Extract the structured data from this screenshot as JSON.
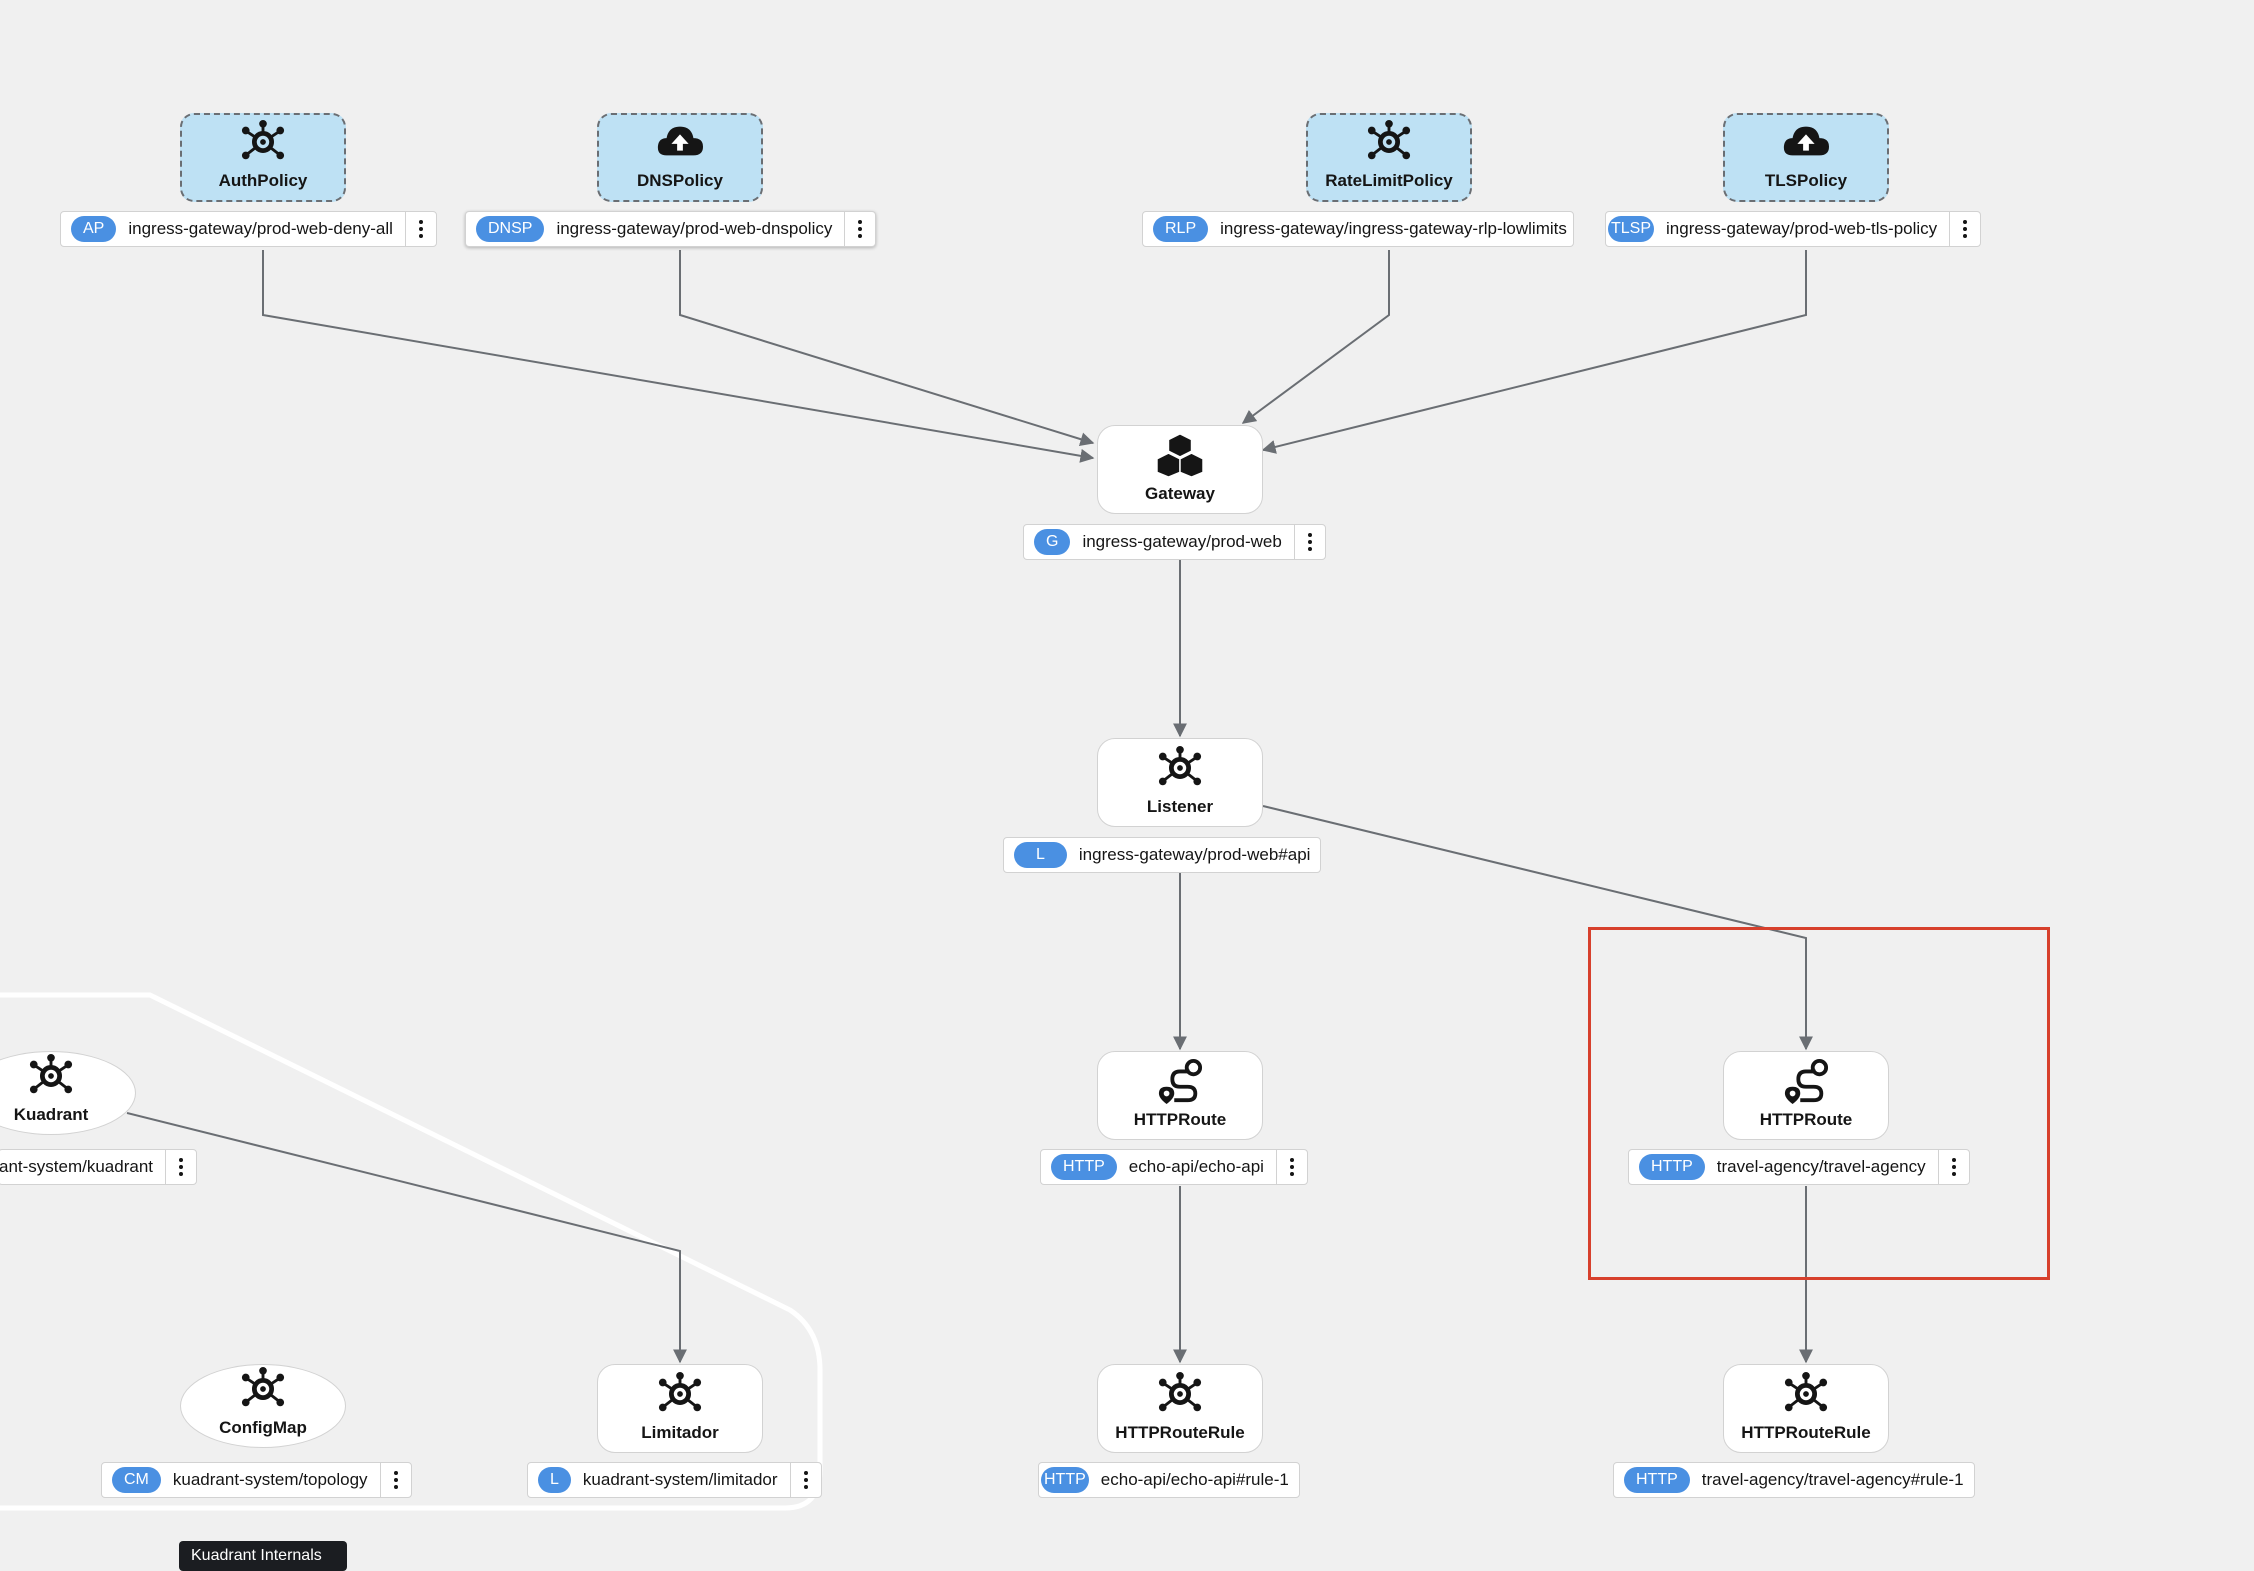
{
  "nodes": {
    "authpolicy": {
      "name": "AuthPolicy",
      "badge": "AP",
      "label": "ingress-gateway/prod-web-deny-all"
    },
    "dnspolicy": {
      "name": "DNSPolicy",
      "badge": "DNSP",
      "label": "ingress-gateway/prod-web-dnspolicy"
    },
    "ratelimitpolicy": {
      "name": "RateLimitPolicy",
      "badge": "RLP",
      "label": "ingress-gateway/ingress-gateway-rlp-lowlimits"
    },
    "tlspolicy": {
      "name": "TLSPolicy",
      "badge": "TLSP",
      "label": "ingress-gateway/prod-web-tls-policy"
    },
    "gateway": {
      "name": "Gateway",
      "badge": "G",
      "label": "ingress-gateway/prod-web"
    },
    "listener": {
      "name": "Listener",
      "badge": "L",
      "label": "ingress-gateway/prod-web#api"
    },
    "kuadrant": {
      "name": "Kuadrant",
      "label": "ant-system/kuadrant"
    },
    "httproute_echo": {
      "name": "HTTPRoute",
      "badge": "HTTP",
      "label": "echo-api/echo-api"
    },
    "httproute_travel": {
      "name": "HTTPRoute",
      "badge": "HTTP",
      "label": "travel-agency/travel-agency"
    },
    "configmap": {
      "name": "ConfigMap",
      "badge": "CM",
      "label": "kuadrant-system/topology"
    },
    "limitador": {
      "name": "Limitador",
      "badge": "L",
      "label": "kuadrant-system/limitador"
    },
    "rule_echo": {
      "name": "HTTPRouteRule",
      "badge": "HTTP",
      "label": "echo-api/echo-api#rule-1"
    },
    "rule_travel": {
      "name": "HTTPRouteRule",
      "badge": "HTTP",
      "label": "travel-agency/travel-agency#rule-1"
    }
  },
  "tooltip": "Kuadrant Internals",
  "icons": {
    "policy_hub": "hub-icon",
    "policy_cloud": "cloud-upload-icon",
    "gateway": "cubes-icon",
    "listener": "hub-icon",
    "route": "route-icon",
    "rule": "hub-icon"
  },
  "colors": {
    "background": "#f0f0f0",
    "badge": "#4a90e2",
    "policy_fill": "#bee1f4",
    "selection": "#d7402c",
    "edge": "#6a6e73"
  }
}
